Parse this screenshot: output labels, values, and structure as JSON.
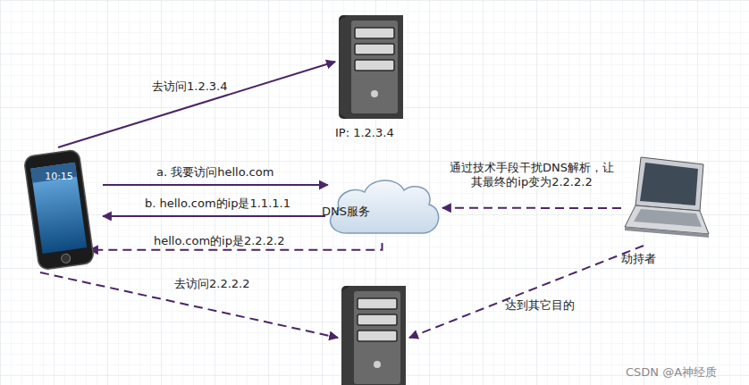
{
  "diagram": {
    "nodes": [
      {
        "text": [
          "10:15"
        ]
      },
      {
        "text": [
          "IP: 1.2.3.4"
        ]
      },
      {
        "text": [
          "DNS服务"
        ]
      },
      {
        "text": [
          "劫持者"
        ]
      },
      {
        "text": []
      }
    ],
    "edges": [
      {
        "from": 0,
        "to": 1,
        "label": "去访问1.2.3.4",
        "arrow": "to"
      },
      {
        "from": 0,
        "to": 2,
        "label": "a. 我要访问hello.com",
        "arrow": "to"
      },
      {
        "from": 2,
        "to": 0,
        "label": "b. hello.com的ip是1.1.1.1",
        "arrow": "to"
      },
      {
        "from": 2,
        "to": 0,
        "label": "hello.com的ip是2.2.2.2",
        "arrow": "to"
      },
      {
        "from": 0,
        "to": 4,
        "label": "去访问2.2.2.2",
        "arrow": "to"
      },
      {
        "from": 3,
        "to": 2,
        "label": "通过技术手段干扰DNS解析，让其最终的ip变为2.2.2.2",
        "arrow": "to"
      },
      {
        "from": 3,
        "to": 4,
        "label": "达到其它目的",
        "arrow": "to"
      }
    ],
    "labels": [
      "CSDN @A神经质"
    ]
  }
}
